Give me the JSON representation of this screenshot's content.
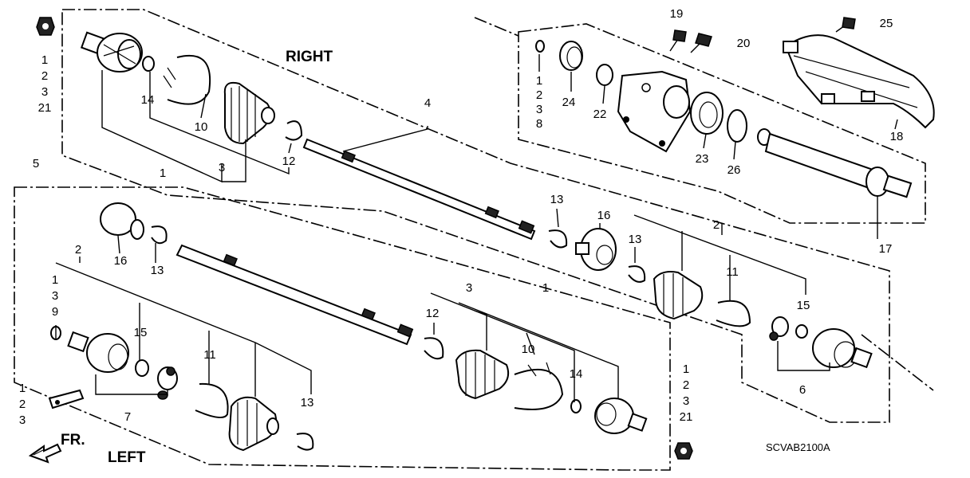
{
  "header": {
    "right_label": "RIGHT",
    "left_label": "LEFT",
    "front_label": "FR.",
    "diagram_code": "SCVAB2100A"
  },
  "callouts": {
    "top_left_stack": [
      "1",
      "2",
      "3",
      "21"
    ],
    "c14_upper": "14",
    "c10_upper": "10",
    "c1_upper": "1",
    "c3_upper": "3",
    "c12_upper": "12",
    "c4": "4",
    "ring_stack": [
      "1",
      "2",
      "3",
      "8"
    ],
    "c24": "24",
    "c22": "22",
    "c19": "19",
    "c20": "20",
    "c25": "25",
    "c18": "18",
    "c23": "23",
    "c26": "26",
    "c17": "17",
    "c5": "5",
    "c16_left": "16",
    "c13_left": "13",
    "c2_left": "2",
    "left_ring_stack": [
      "1",
      "3",
      "9"
    ],
    "c15_left": "15",
    "c11_left": "11",
    "c13_lower_left": "13",
    "c7": "7",
    "bottom_left_stack": [
      "1",
      "2",
      "3"
    ],
    "c13_mid": "13",
    "c16_mid": "16",
    "c13_mid2": "13",
    "c2_right": "2",
    "c11_right": "11",
    "c15_right": "15",
    "c6": "6",
    "c3_lower": "3",
    "c1_lower": "1",
    "c12_lower": "12",
    "c10_lower": "10",
    "c14_lower": "14",
    "bottom_right_stack": [
      "1",
      "2",
      "3",
      "21"
    ]
  }
}
